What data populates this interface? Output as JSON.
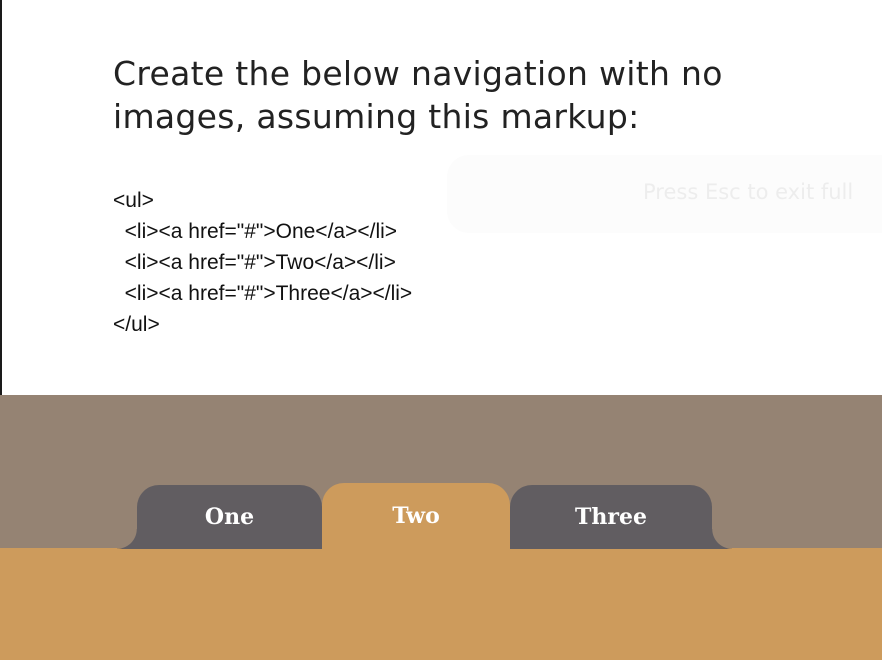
{
  "slide": {
    "heading": "Create the below navigation with no images, assuming this markup:",
    "code_lines": [
      "<ul>",
      "  <li><a href=\"#\">One</a></li>",
      "  <li><a href=\"#\">Two</a></li>",
      "  <li><a href=\"#\">Three</a></li>",
      "</ul>"
    ],
    "fullscreen_hint": "Press Esc to exit full"
  },
  "navigation": {
    "tabs": [
      {
        "label": "One",
        "active": false
      },
      {
        "label": "Two",
        "active": true
      },
      {
        "label": "Three",
        "active": false
      }
    ]
  },
  "colors": {
    "nav_background": "#958373",
    "tab_inactive": "#615d61",
    "tab_active": "#cd9b5c",
    "tab_text": "#ffffff"
  }
}
